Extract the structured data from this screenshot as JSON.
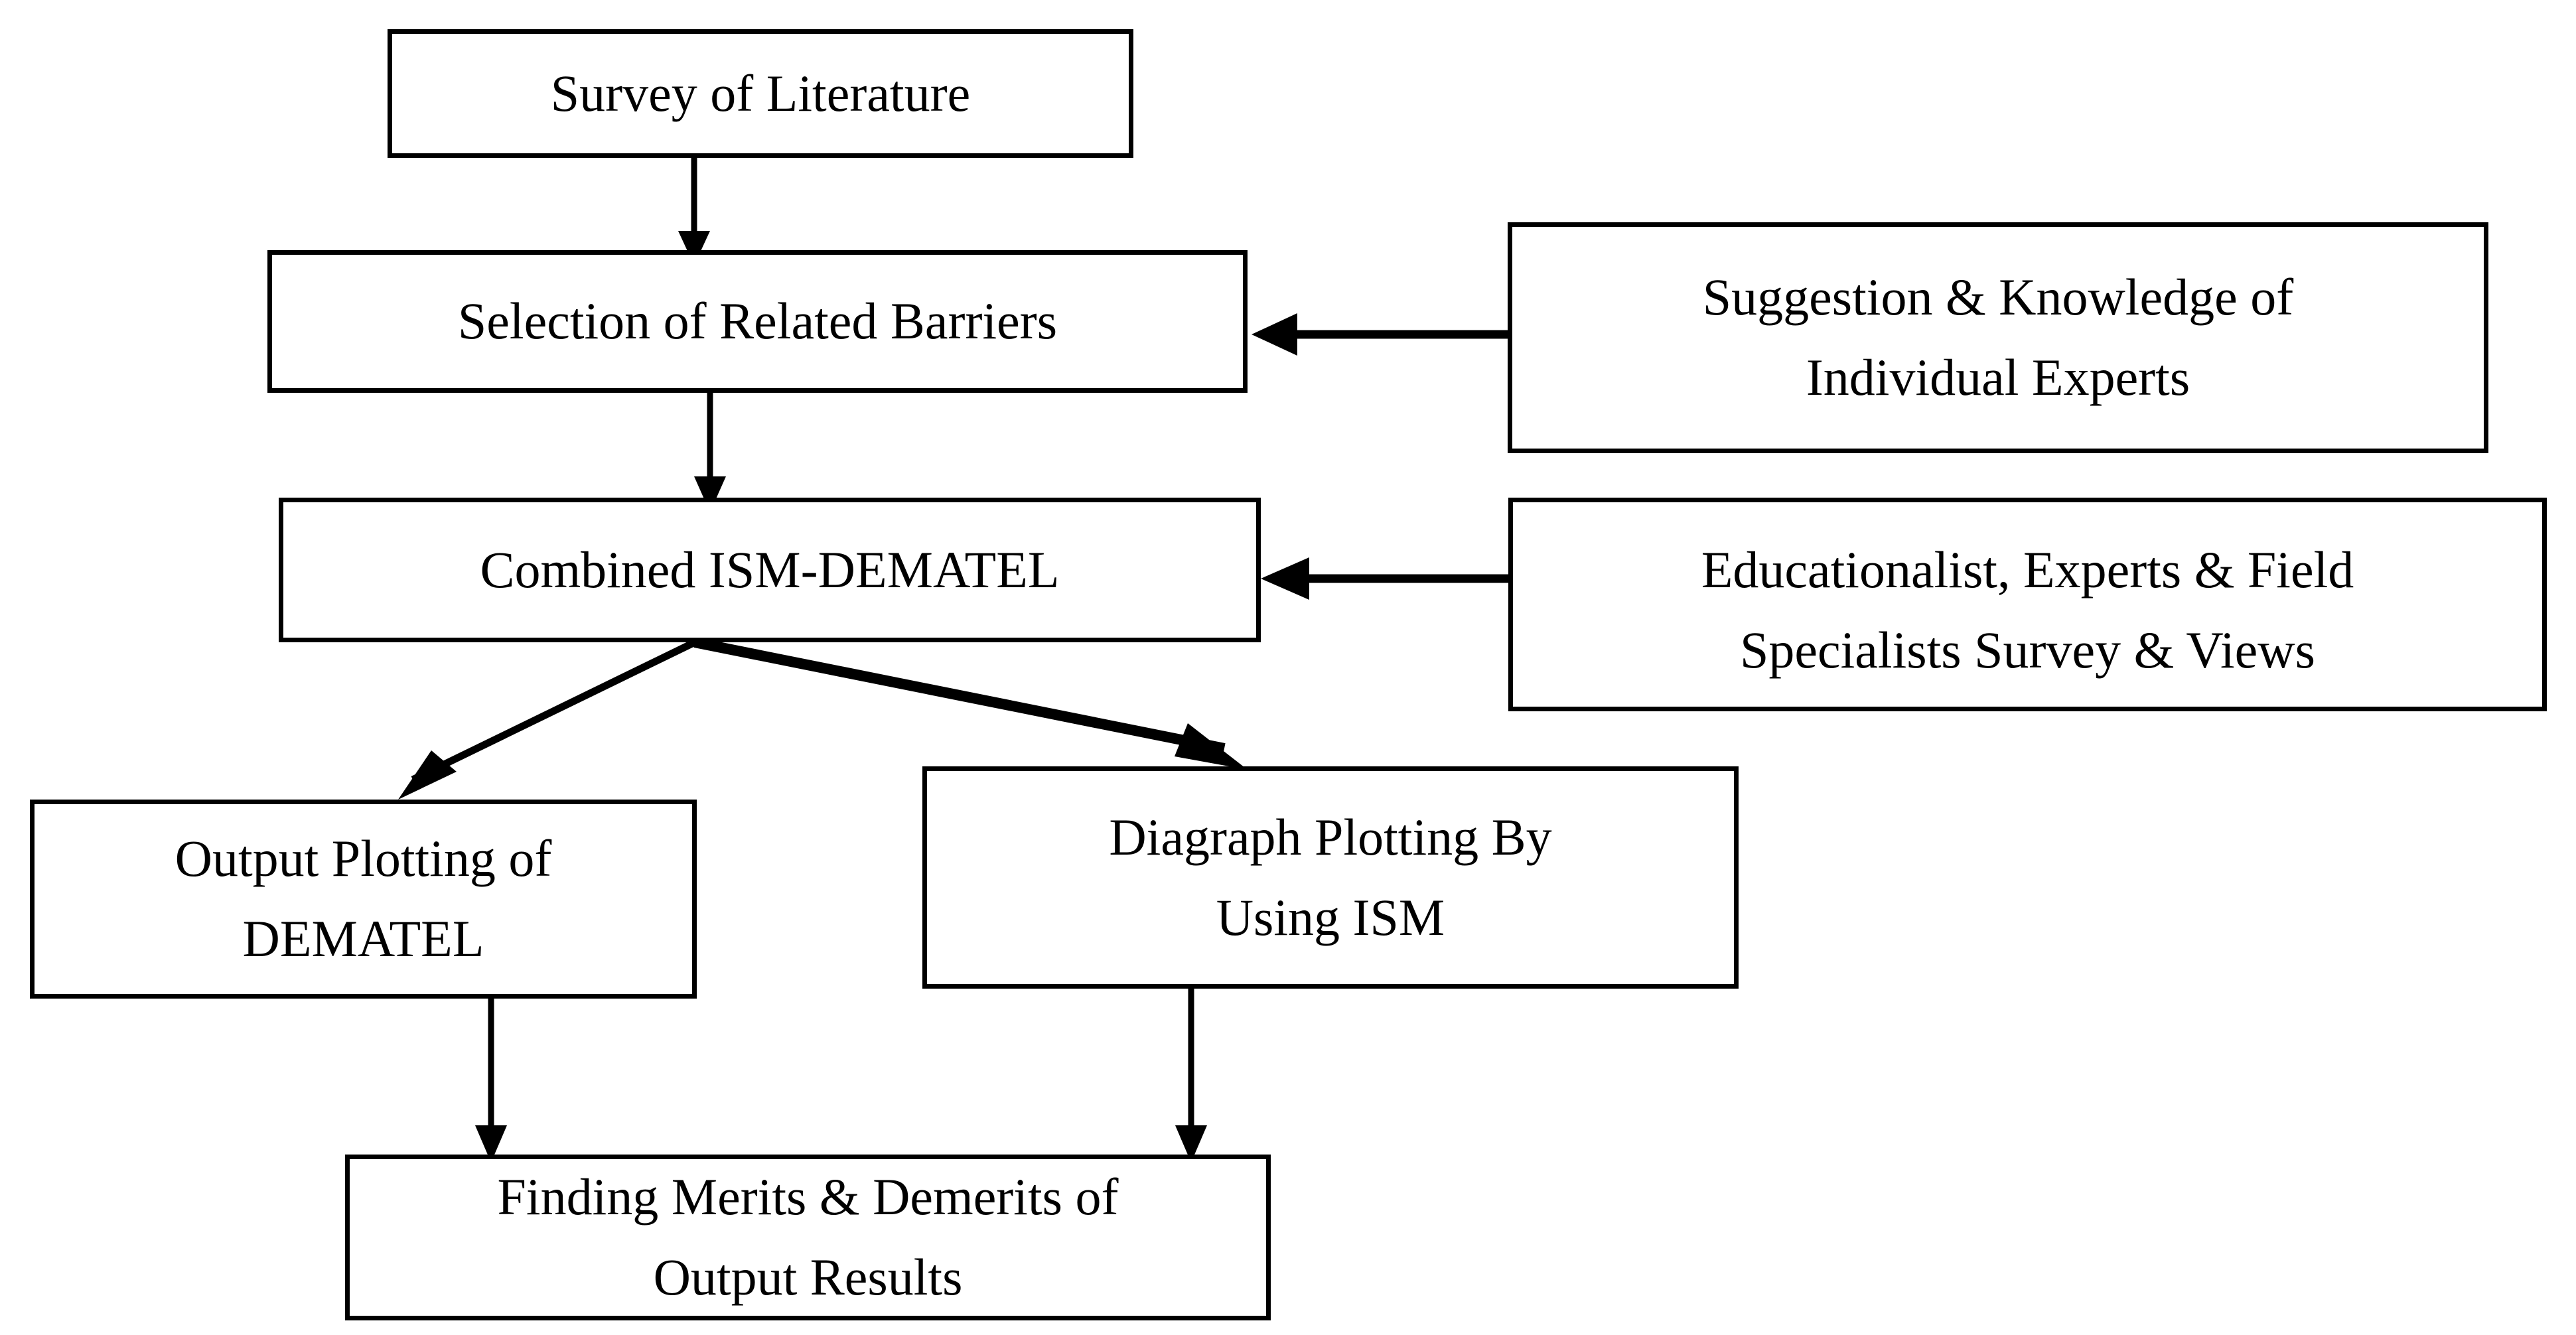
{
  "diagram": {
    "title": "Combined ISM-DEMATEL Research Methodology Flowchart",
    "background_color": "#ffffff",
    "line_color": "#000000",
    "nodes": {
      "survey": {
        "label": "Survey of Literature",
        "lines": [
          "Survey of Literature"
        ]
      },
      "selection": {
        "label": "Selection of Related Barriers",
        "lines": [
          "Selection of Related Barriers"
        ]
      },
      "suggestion": {
        "label": "Suggestion & Knowledge of Individual Experts",
        "lines": [
          "Suggestion & Knowledge of",
          "Individual Experts"
        ]
      },
      "combined": {
        "label": "Combined ISM-DEMATEL",
        "lines": [
          "Combined ISM-DEMATEL"
        ]
      },
      "educationalist": {
        "label": "Educationalist, Experts & Field Specialists Survey & Views",
        "lines": [
          "Educationalist, Experts & Field",
          "Specialists Survey & Views"
        ]
      },
      "dematel_output": {
        "label": "Output Plotting of DEMATEL",
        "lines": [
          "Output Plotting of",
          "DEMATEL"
        ]
      },
      "diagraph": {
        "label": "Diagraph Plotting By Using ISM",
        "lines": [
          "Diagraph Plotting By",
          "Using ISM"
        ]
      },
      "findings": {
        "label": "Finding Merits & Demerits of Output Results",
        "lines": [
          "Finding Merits & Demerits of",
          "Output Results"
        ]
      }
    },
    "edges": [
      {
        "name": "survey-to-selection",
        "from": "survey",
        "to": "selection",
        "direction": "down"
      },
      {
        "name": "selection-to-combined",
        "from": "selection",
        "to": "combined",
        "direction": "down"
      },
      {
        "name": "suggestion-to-selection",
        "from": "suggestion",
        "to": "selection",
        "direction": "left"
      },
      {
        "name": "educationalist-to-combined",
        "from": "educationalist",
        "to": "combined",
        "direction": "left"
      },
      {
        "name": "combined-to-dematel-output",
        "from": "combined",
        "to": "dematel_output",
        "direction": "down-left"
      },
      {
        "name": "combined-to-diagraph",
        "from": "combined",
        "to": "diagraph",
        "direction": "down-right"
      },
      {
        "name": "dematel-output-to-findings",
        "from": "dematel_output",
        "to": "findings",
        "direction": "down"
      },
      {
        "name": "diagraph-to-findings",
        "from": "diagraph",
        "to": "findings",
        "direction": "down"
      }
    ]
  }
}
